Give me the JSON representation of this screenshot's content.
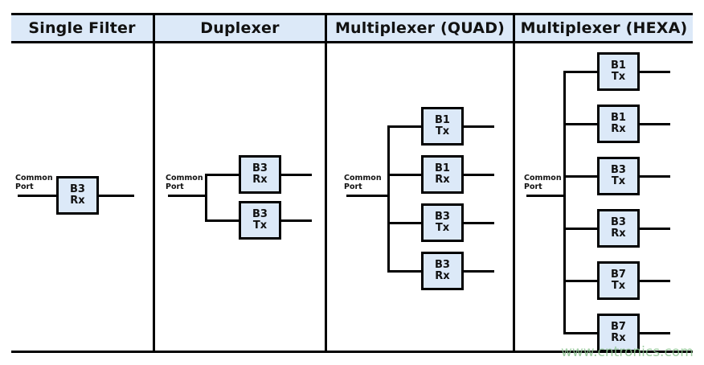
{
  "figure": {
    "title_watermark": "www.cntronics.com",
    "accent_fill": "#dce9f8",
    "line_color": "#000000",
    "watermark_color": "#8fc492"
  },
  "columns": [
    {
      "id": "single-filter",
      "header": "Single Filter",
      "common_port_label_line1": "Common",
      "common_port_label_line2": "Port",
      "filters": [
        {
          "band": "B3",
          "direction": "Rx"
        }
      ]
    },
    {
      "id": "duplexer",
      "header": "Duplexer",
      "common_port_label_line1": "Common",
      "common_port_label_line2": "Port",
      "filters": [
        {
          "band": "B3",
          "direction": "Rx"
        },
        {
          "band": "B3",
          "direction": "Tx"
        }
      ]
    },
    {
      "id": "multiplexer-quad",
      "header": "Multiplexer (QUAD)",
      "common_port_label_line1": "Common",
      "common_port_label_line2": "Port",
      "filters": [
        {
          "band": "B1",
          "direction": "Tx"
        },
        {
          "band": "B1",
          "direction": "Rx"
        },
        {
          "band": "B3",
          "direction": "Tx"
        },
        {
          "band": "B3",
          "direction": "Rx"
        }
      ]
    },
    {
      "id": "multiplexer-hexa",
      "header": "Multiplexer (HEXA)",
      "common_port_label_line1": "Common",
      "common_port_label_line2": "Port",
      "filters": [
        {
          "band": "B1",
          "direction": "Tx"
        },
        {
          "band": "B1",
          "direction": "Rx"
        },
        {
          "band": "B3",
          "direction": "Tx"
        },
        {
          "band": "B3",
          "direction": "Rx"
        },
        {
          "band": "B7",
          "direction": "Tx"
        },
        {
          "band": "B7",
          "direction": "Rx"
        }
      ]
    }
  ]
}
